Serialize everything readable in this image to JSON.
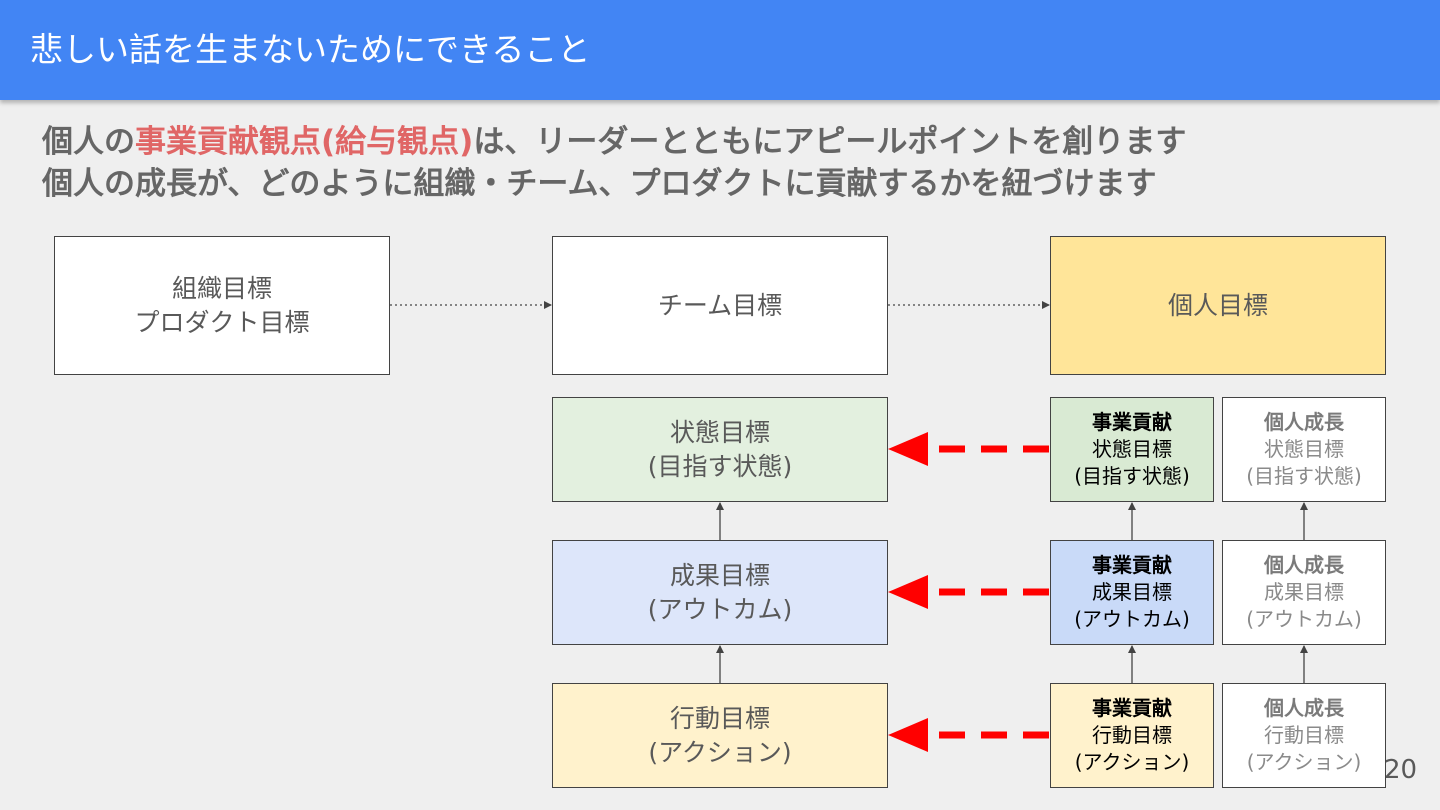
{
  "header": {
    "title": "悲しい話を生まないためにできること"
  },
  "lead": {
    "line1_prefix": "個人の",
    "line1_highlight": "事業貢献観点(給与観点)",
    "line1_suffix": "は、リーダーとともにアピールポイントを創ります",
    "line2": "個人の成長が、どのように組織・チーム、プロダクトに貢献するかを紐づけます"
  },
  "top_boxes": {
    "org": {
      "line1": "組織目標",
      "line2": "プロダクト目標"
    },
    "team": {
      "label": "チーム目標"
    },
    "individual": {
      "label": "個人目標"
    }
  },
  "team_goals": {
    "state": {
      "line1": "状態目標",
      "line2": "(目指す状態)"
    },
    "outcome": {
      "line1": "成果目標",
      "line2": "(アウトカム)"
    },
    "action": {
      "line1": "行動目標",
      "line2": "(アクション)"
    }
  },
  "business": {
    "state": {
      "head": "事業貢献",
      "line1": "状態目標",
      "line2": "(目指す状態)"
    },
    "outcome": {
      "head": "事業貢献",
      "line1": "成果目標",
      "line2": "(アウトカム)"
    },
    "action": {
      "head": "事業貢献",
      "line1": "行動目標",
      "line2": "(アクション)"
    }
  },
  "personal": {
    "state": {
      "head": "個人成長",
      "line1": "状態目標",
      "line2": "(目指す状態)"
    },
    "outcome": {
      "head": "個人成長",
      "line1": "成果目標",
      "line2": "(アウトカム)"
    },
    "action": {
      "head": "個人成長",
      "line1": "行動目標",
      "line2": "(アクション)"
    }
  },
  "page_number": "20",
  "colors": {
    "header": "#4285f4",
    "highlight": "#e06666",
    "individual_goal": "#ffe599",
    "state_box": "#d9ead3",
    "outcome_box": "#c9daf8",
    "action_box": "#fff2cc",
    "red_arrow": "#ff0000"
  }
}
